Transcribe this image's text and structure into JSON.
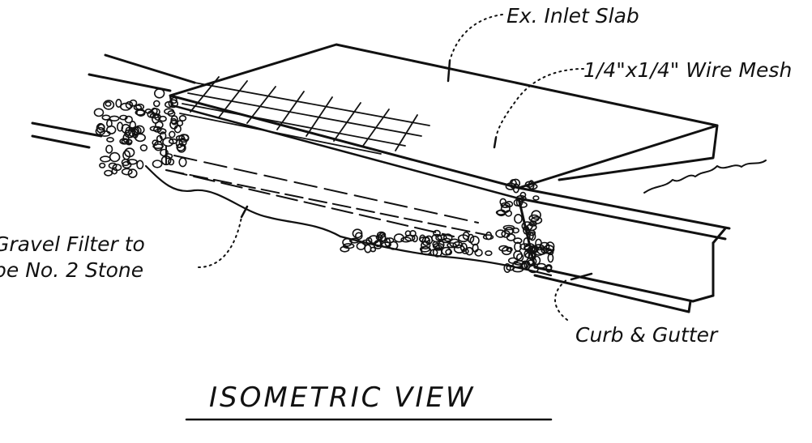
{
  "labels": {
    "inlet_slab": "Ex. Inlet Slab",
    "wire_mesh": "1/4\"x1/4\" Wire Mesh",
    "filter_line1": "Gravel Filter to",
    "filter_line2": "be No. 2 Stone",
    "curb_gutter": "Curb & Gutter"
  },
  "title": "ISOMETRIC VIEW",
  "colors": {
    "ink": "#111111",
    "paper": "#ffffff"
  }
}
